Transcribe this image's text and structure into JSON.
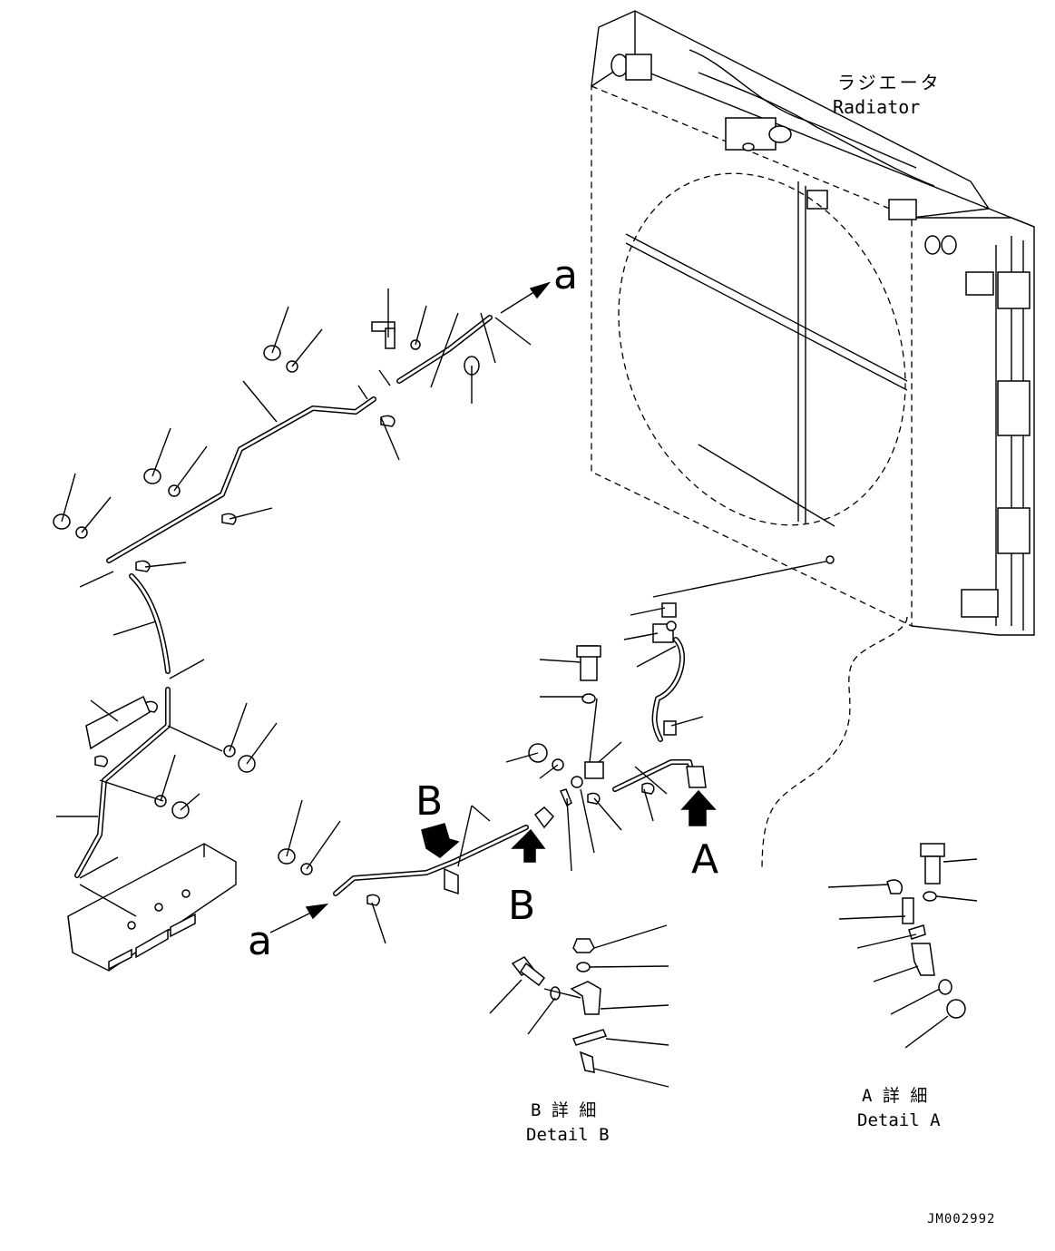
{
  "labels": {
    "radiator_jp": "ラジエータ",
    "radiator_en": "Radiator",
    "view_a": "A",
    "view_b": "B",
    "conn_a": "a",
    "detail_b_jp": "B 詳 細",
    "detail_b_en": "Detail B",
    "detail_a_jp": "A 詳 細",
    "detail_a_en": "Detail A",
    "drawing_no": "JM002992"
  }
}
